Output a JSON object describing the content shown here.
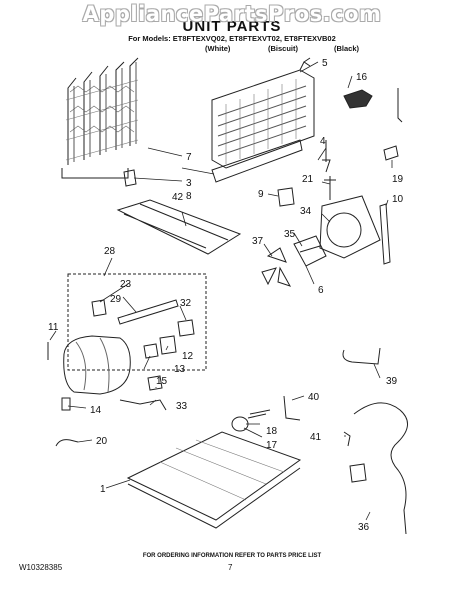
{
  "watermark": "AppliancePartsPros.com",
  "title": "UNIT PARTS",
  "models": "For Models: ET8FTEXVQ02, ET8FTEXVT02, ET8FTEXVB02",
  "colors": [
    "(White)",
    "(Biscuit)",
    "(Black)"
  ],
  "part_numbers": [
    "1",
    "3",
    "4",
    "5",
    "6",
    "7",
    "8",
    "9",
    "10",
    "11",
    "12",
    "13",
    "14",
    "15",
    "16",
    "17",
    "18",
    "19",
    "20",
    "21",
    "23",
    "28",
    "29",
    "32",
    "33",
    "34",
    "35",
    "36",
    "37",
    "39",
    "40",
    "41",
    "42"
  ],
  "footer": "FOR ORDERING INFORMATION REFER TO PARTS PRICE LIST",
  "doc_number": "W10328385",
  "page_number": "7"
}
